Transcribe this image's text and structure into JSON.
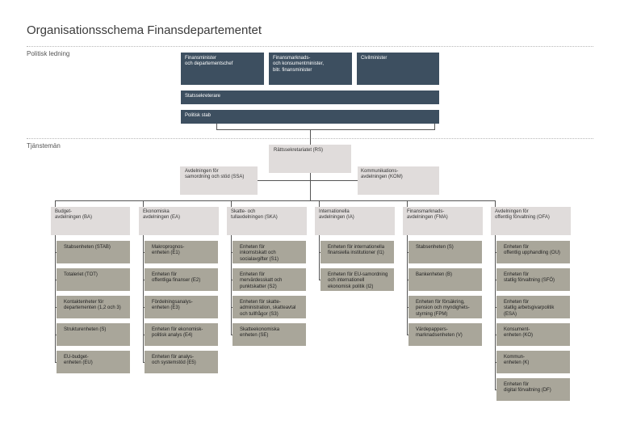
{
  "title": "Organisationsschema Finansdepartementet",
  "sections": {
    "political": "Politisk ledning",
    "officials": "Tjänstemän"
  },
  "political": {
    "ministers": [
      "Finansminister\noch departementschef",
      "Finansmarknads-\noch konsumentminister,\nbitr. finansminister",
      "Civilminister"
    ],
    "state_secretaries": "Statssekreterare",
    "political_staff": "Politisk stab"
  },
  "staff_units": {
    "legal_secretariat": "Rättssekretariatet (RS)",
    "coordination": "Avdelningen för\nsamordning och stöd (SSA)",
    "communications": "Kommunikations-\navdelningen (KOM)"
  },
  "departments": [
    {
      "name": "Budget-\navdelningen (BA)",
      "units": [
        "Stabsenheten (STAB)",
        "Totaleriet (TOT)",
        "Kontaktenheter för\ndepartementen (1,2 och 3)",
        "Strukturenheten (S)",
        "EU-budget-\nenheten (EU)"
      ]
    },
    {
      "name": "Ekonomiska\navdelningen (EA)",
      "units": [
        "Makroprognos-\nenheten (E1)",
        "Enheten för\noffentliga finanser (E2)",
        "Fördelningsanalys-\nenheten (E3)",
        "Enheten för ekonomisk-\npolitisk analys (E4)",
        "Enheten för analys-\noch systemstöd (E5)"
      ]
    },
    {
      "name": "Skatte- och\ntullavdelningen (SKA)",
      "units": [
        "Enheten för\ninkomstskatt och\nsocialavgifter (S1)",
        "Enheten för\nmervärdesskatt och\npunktskatter (S2)",
        "Enheten för skatte-\nadministration, skatteavtal\noch tullfrågor (S3)",
        "Skatteekonomiska\nenheten (SE)"
      ]
    },
    {
      "name": "Internationella\navdelningen (IA)",
      "units": [
        "Enheten för internationella\nfinansiella institutioner (I1)",
        "Enheten för EU-samordning\noch internationell\nekonomisk politik (I2)"
      ]
    },
    {
      "name": "Finansmarknads-\navdelningen (FMA)",
      "units": [
        "Stabsenheten (S)",
        "Bankenheten (B)",
        "Enheten för försäkring,\npension och myndighets-\nstyrning (FPM)",
        "Värdepappers-\nmarknadsenheten (V)"
      ]
    },
    {
      "name": "Avdelningen för\noffentlig förvaltning (OFA)",
      "units": [
        "Enheten för\noffentlig upphandling (OU)",
        "Enheten för\nstatlig förvaltning (SFÖ)",
        "Enheten för\nstatlig arbetsgivarpolitik\n(ESA)",
        "Konsument-\nenheten (KO)",
        "Kommun-\nenheten (K)",
        "Enheten för\ndigital förvaltning (DF)"
      ]
    }
  ],
  "colors": {
    "political_box": "#3d4f60",
    "department_box": "#e0dcdb",
    "unit_box": "#a9a69a",
    "connector": "#555555"
  }
}
